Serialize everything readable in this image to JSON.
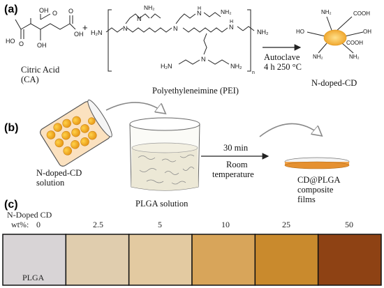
{
  "panel_a": {
    "label": "(a)",
    "citric_acid": {
      "name": "Citric Acid",
      "abbr": "(CA)",
      "groups": {
        "oh_left": "HO",
        "oh_mid": "OH",
        "oh_right": "OH",
        "o1": "O",
        "o2": "O",
        "o3": "O",
        "oh_top": "OH"
      }
    },
    "plus": "+",
    "pei": {
      "name": "Polyethyleneimine (PEI)",
      "h2n": "H₂N",
      "nh2": "NH₂",
      "n": "N",
      "nh": "N",
      "h": "H",
      "subscript_n": "n"
    },
    "reaction": {
      "condition1": "Autoclave",
      "condition2": "4 h 250 °C"
    },
    "product": {
      "name": "N-doped-CD",
      "groups": {
        "nh2": "NH₂",
        "cooh": "COOH",
        "ho": "HO",
        "oh": "OH"
      },
      "dot_color": "#f4b942"
    }
  },
  "panel_b": {
    "label": "(b)",
    "vial_label_1": "N-doped-CD",
    "vial_label_2": "solution",
    "beaker_label": "PLGA solution",
    "arrow_top": "30 min",
    "arrow_bottom_1": "Room",
    "arrow_bottom_2": "temperature",
    "film_label_1": "CD@PLGA",
    "film_label_2": "composite",
    "film_label_3": "films"
  },
  "panel_c": {
    "label": "(c)",
    "header_1": "N-Doped CD",
    "header_2": "wt%:",
    "swatches": [
      {
        "value": "0",
        "color": "#d8d4d6",
        "sample": "PLGA"
      },
      {
        "value": "2.5",
        "color": "#e0cdae",
        "sample": ""
      },
      {
        "value": "5",
        "color": "#e3caa1",
        "sample": ""
      },
      {
        "value": "10",
        "color": "#d8a55a",
        "sample": ""
      },
      {
        "value": "25",
        "color": "#c98a2d",
        "sample": ""
      },
      {
        "value": "50",
        "color": "#8e4214",
        "sample": ""
      }
    ]
  }
}
